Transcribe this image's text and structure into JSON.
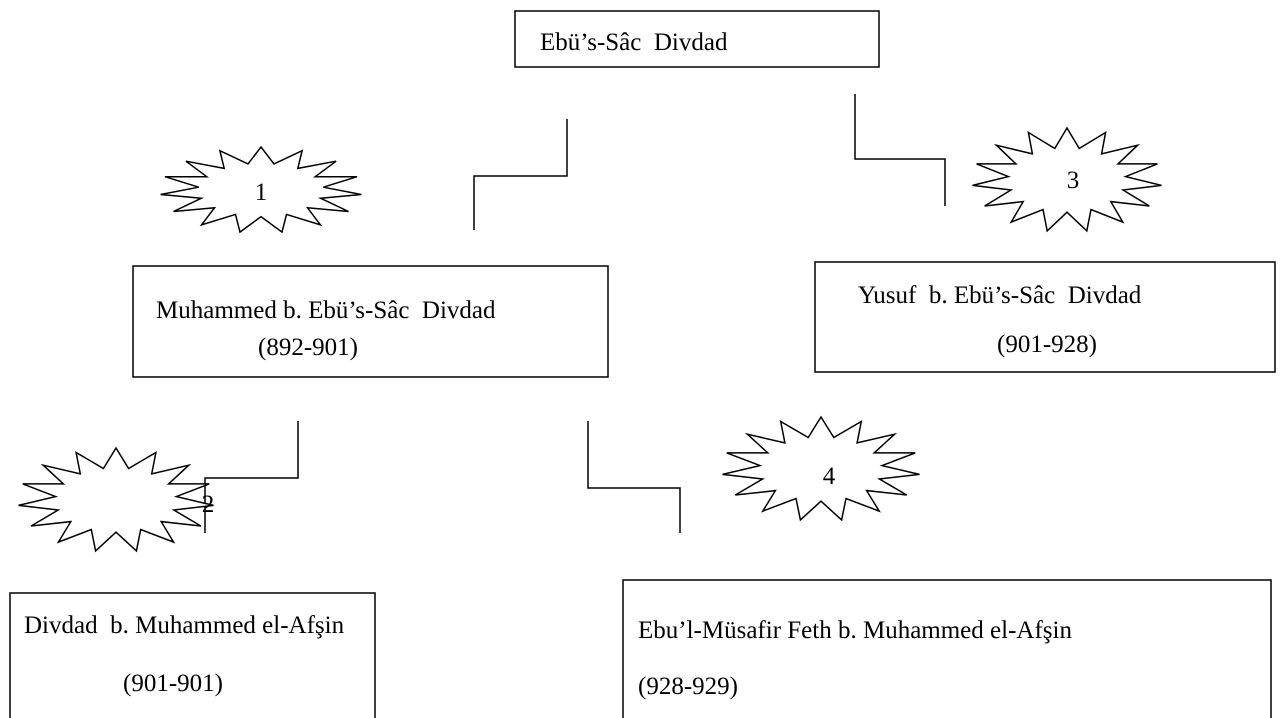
{
  "diagram": {
    "root": {
      "name": "Ebü’s-Sâc  Divdad"
    },
    "child_left": {
      "name": "Muhammed b. Ebü’s-Sâc  Divdad",
      "years": "(892-901)"
    },
    "child_right": {
      "name": "Yusuf  b. Ebü’s-Sâc  Divdad",
      "years": "(901-928)"
    },
    "grandchild_left": {
      "name": "Divdad  b. Muhammed el-Afşin",
      "years": "(901-901)"
    },
    "grandchild_right": {
      "name": "Ebu’l-Müsafir Feth b. Muhammed el-Afşin",
      "years": "(928-929)"
    },
    "order_badges": [
      "1",
      "2",
      "3",
      "4"
    ]
  }
}
